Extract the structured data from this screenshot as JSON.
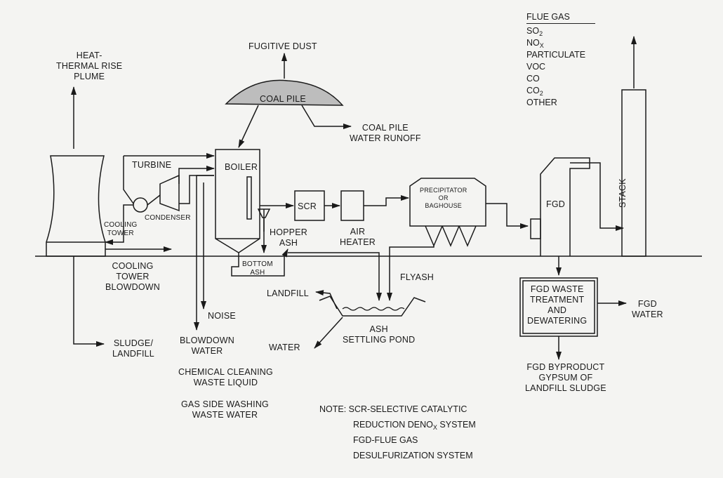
{
  "labels": {
    "heat_plume": [
      "HEAT-",
      "THERMAL RISE",
      "PLUME"
    ],
    "fugitive_dust": "FUGITIVE DUST",
    "coal_pile": "COAL PILE",
    "coal_runoff": [
      "COAL PILE",
      "WATER RUNOFF"
    ],
    "turbine": "TURBINE",
    "boiler": "BOILER",
    "cooling_tower": [
      "COOLING",
      "TOWER"
    ],
    "condenser": "CONDENSER",
    "scr": "SCR",
    "air_heater": [
      "AIR",
      "HEATER"
    ],
    "hopper_ash": [
      "HOPPER",
      "ASH"
    ],
    "precipitator": [
      "PRECIPITATOR",
      "OR",
      "BAGHOUSE"
    ],
    "fgd": "FGD",
    "stack": "STACK",
    "bottom_ash": [
      "BOTTOM",
      "ASH"
    ],
    "cooling_blowdown": [
      "COOLING",
      "TOWER",
      "BLOWDOWN"
    ],
    "landfill": "LANDFILL",
    "flyash": "FLYASH",
    "noise": "NOISE",
    "sludge_landfill": [
      "SLUDGE/",
      "LANDFILL"
    ],
    "blowdown_water": [
      "BLOWDOWN",
      "WATER"
    ],
    "chem_cleaning": [
      "CHEMICAL CLEANING",
      "WASTE LIQUID"
    ],
    "gas_washing": [
      "GAS SIDE WASHING",
      "WASTE WATER"
    ],
    "water": "WATER",
    "ash_pond": [
      "ASH",
      "SETTLING POND"
    ],
    "fgd_treatment": [
      "FGD WASTE",
      "TREATMENT",
      "AND",
      "DEWATERING"
    ],
    "fgd_water": [
      "FGD",
      "WATER"
    ],
    "fgd_byproduct": [
      "FGD BYPRODUCT",
      "GYPSUM OF",
      "LANDFILL SLUDGE"
    ]
  },
  "flue_gas": {
    "header": "FLUE GAS",
    "items": [
      {
        "base": "SO",
        "sub": "2"
      },
      {
        "base": "NO",
        "sub": "X"
      },
      {
        "base": "PARTICULATE",
        "sub": ""
      },
      {
        "base": "VOC",
        "sub": ""
      },
      {
        "base": "CO",
        "sub": ""
      },
      {
        "base": "CO",
        "sub": "2"
      },
      {
        "base": "OTHER",
        "sub": ""
      }
    ]
  },
  "note": {
    "line1": "NOTE: SCR-SELECTIVE CATALYTIC",
    "line2_pre": "REDUCTION DENO",
    "line2_sub": "X",
    "line2_post": " SYSTEM",
    "line3": "FGD-FLUE GAS",
    "line4": "DESULFURIZATION SYSTEM"
  }
}
